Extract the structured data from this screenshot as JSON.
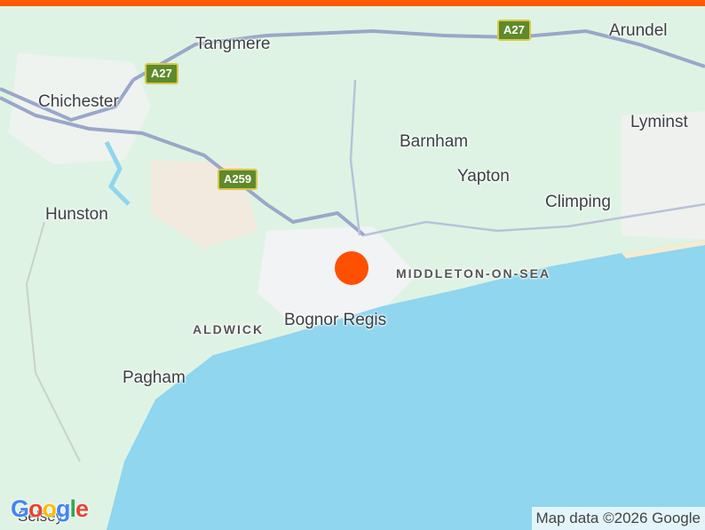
{
  "map": {
    "places": [
      {
        "id": "tangmere",
        "label": "Tangmere"
      },
      {
        "id": "arundel",
        "label": "Arundel"
      },
      {
        "id": "chichester",
        "label": "Chichester"
      },
      {
        "id": "lyminster",
        "label": "Lyminst"
      },
      {
        "id": "barnham",
        "label": "Barnham"
      },
      {
        "id": "yapton",
        "label": "Yapton"
      },
      {
        "id": "climping",
        "label": "Climping"
      },
      {
        "id": "hunston",
        "label": "Hunston"
      },
      {
        "id": "middleton",
        "label": "MIDDLETON-ON-SEA"
      },
      {
        "id": "bognor",
        "label": "Bognor Regis"
      },
      {
        "id": "aldwick",
        "label": "ALDWICK"
      },
      {
        "id": "pagham",
        "label": "Pagham"
      },
      {
        "id": "selsey",
        "label": "Selsey"
      }
    ],
    "roads": [
      {
        "id": "a27-east",
        "label": "A27"
      },
      {
        "id": "a27-west",
        "label": "A27"
      },
      {
        "id": "a259",
        "label": "A259"
      }
    ],
    "colors": {
      "land": "#dff3e4",
      "sea": "#8fd6ee",
      "urban": "#f1f3f4",
      "road": "#9aa7c9",
      "marker": "#ff4f00",
      "accent_bar": "#ff5a00"
    }
  },
  "attribution": "Map data ©2026 Google",
  "logo": "Google"
}
